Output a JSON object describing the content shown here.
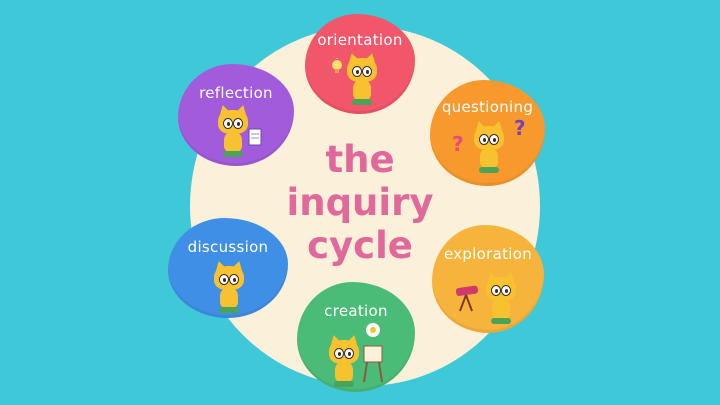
{
  "title": {
    "line1": "the",
    "line2": "inquiry",
    "line3": "cycle"
  },
  "colors": {
    "background": "#3ec8d8",
    "center": "#fbf0d9",
    "title": "#e0689a",
    "orientation": "#f1566a",
    "questioning": "#f7992d",
    "exploration": "#f7b43c",
    "creation": "#4bbb78",
    "discussion": "#3f8fe6",
    "reflection": "#a25bdb"
  },
  "stages": [
    {
      "label": "orientation",
      "icon": "lightbulb-cat-icon"
    },
    {
      "label": "questioning",
      "icon": "question-marks-cat-icon"
    },
    {
      "label": "exploration",
      "icon": "telescope-cat-icon"
    },
    {
      "label": "creation",
      "icon": "painting-easel-cat-icon"
    },
    {
      "label": "discussion",
      "icon": "talking-cat-icon"
    },
    {
      "label": "reflection",
      "icon": "notepad-cat-icon"
    }
  ]
}
